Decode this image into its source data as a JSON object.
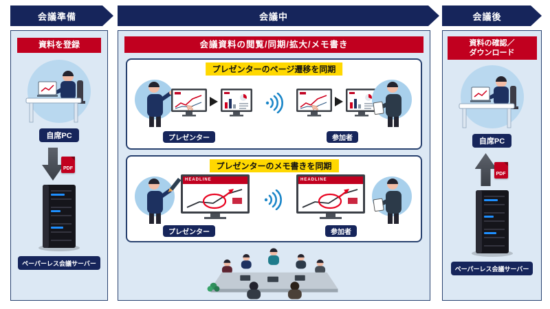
{
  "header": {
    "prep": "会議準備",
    "during": "会議中",
    "after": "会議後"
  },
  "left": {
    "banner": "資料を登録",
    "pc_label": "自席PC",
    "pdf_label": "PDF",
    "server_label": "ペーパーレス会議サーバー"
  },
  "center": {
    "banner": "会議資料の閲覧/同期/拡大/メモ書き",
    "sync_page": {
      "title": "プレゼンターのページ遷移を同期",
      "presenter_label": "プレゼンター",
      "participant_label": "参加者"
    },
    "sync_memo": {
      "title": "プレゼンターのメモ書きを同期",
      "presenter_label": "プレゼンター",
      "participant_label": "参加者"
    },
    "screen_headline": "HEADLINE"
  },
  "right": {
    "banner_lines": [
      "資料の確認／",
      "ダウンロード"
    ],
    "pc_label": "自席PC",
    "pdf_label": "PDF",
    "server_label": "ペーパーレス会議サーバー"
  },
  "icons": {
    "sync_signal": "wifi-arcs",
    "transition_arrow": "triangle-right",
    "download_arrow": "arrow-down",
    "upload_arrow": "arrow-up",
    "pdf_doc": "pdf-file"
  },
  "colors": {
    "navy": "#16255b",
    "red": "#c1001f",
    "highlight_yellow": "#ffd800",
    "panel_blue": "#dce8f4",
    "signal_blue": "#1b86c8",
    "figure_circle_blue": "#a8d0ec"
  }
}
